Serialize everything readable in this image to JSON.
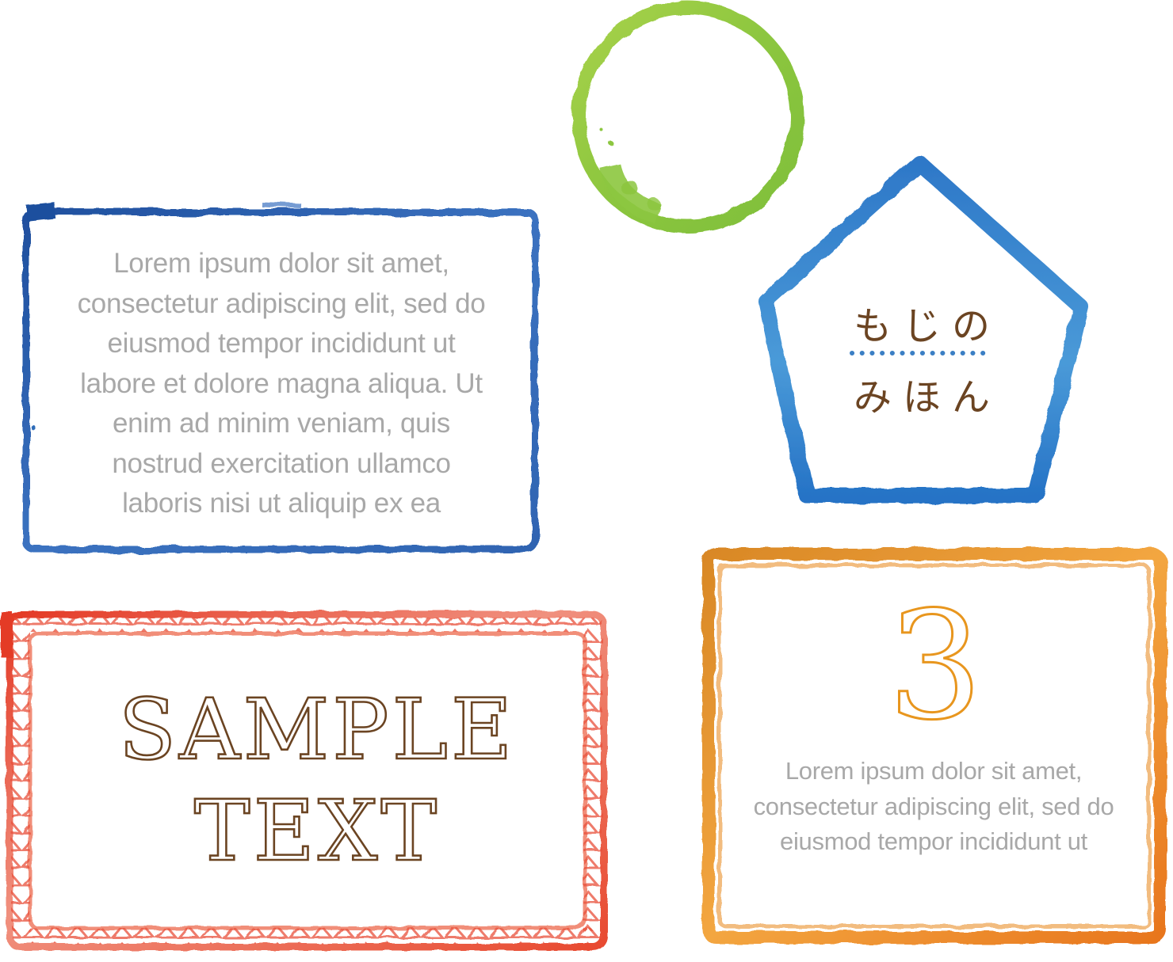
{
  "colors": {
    "green_circle": "#8cc63f",
    "blue_frame": "#2f6cb8",
    "pentagon_blue": "#3b8bd0",
    "red_frame": "#e8503a",
    "orange_frame": "#eb8f2a",
    "body_text": "#a8a8a8",
    "brown_text": "#6b4422",
    "number_outline": "#e8961e"
  },
  "blue_frame": {
    "lines": [
      "Lorem ipsum dolor sit amet,",
      "consectetur adipiscing elit, sed do",
      "eiusmod tempor incididunt ut",
      "labore et dolore magna aliqua. Ut",
      "enim ad minim veniam, quis",
      "nostrud exercitation ullamco",
      "laboris nisi ut aliquip ex ea"
    ]
  },
  "pentagon": {
    "line1": "もじの",
    "line2": "みほん"
  },
  "red_frame": {
    "line1": "SAMPLE",
    "line2": "TEXT"
  },
  "orange_frame": {
    "number": "3",
    "lines": [
      "Lorem ipsum dolor sit amet,",
      "consectetur adipiscing elit, sed do",
      "eiusmod tempor incididunt ut"
    ]
  }
}
